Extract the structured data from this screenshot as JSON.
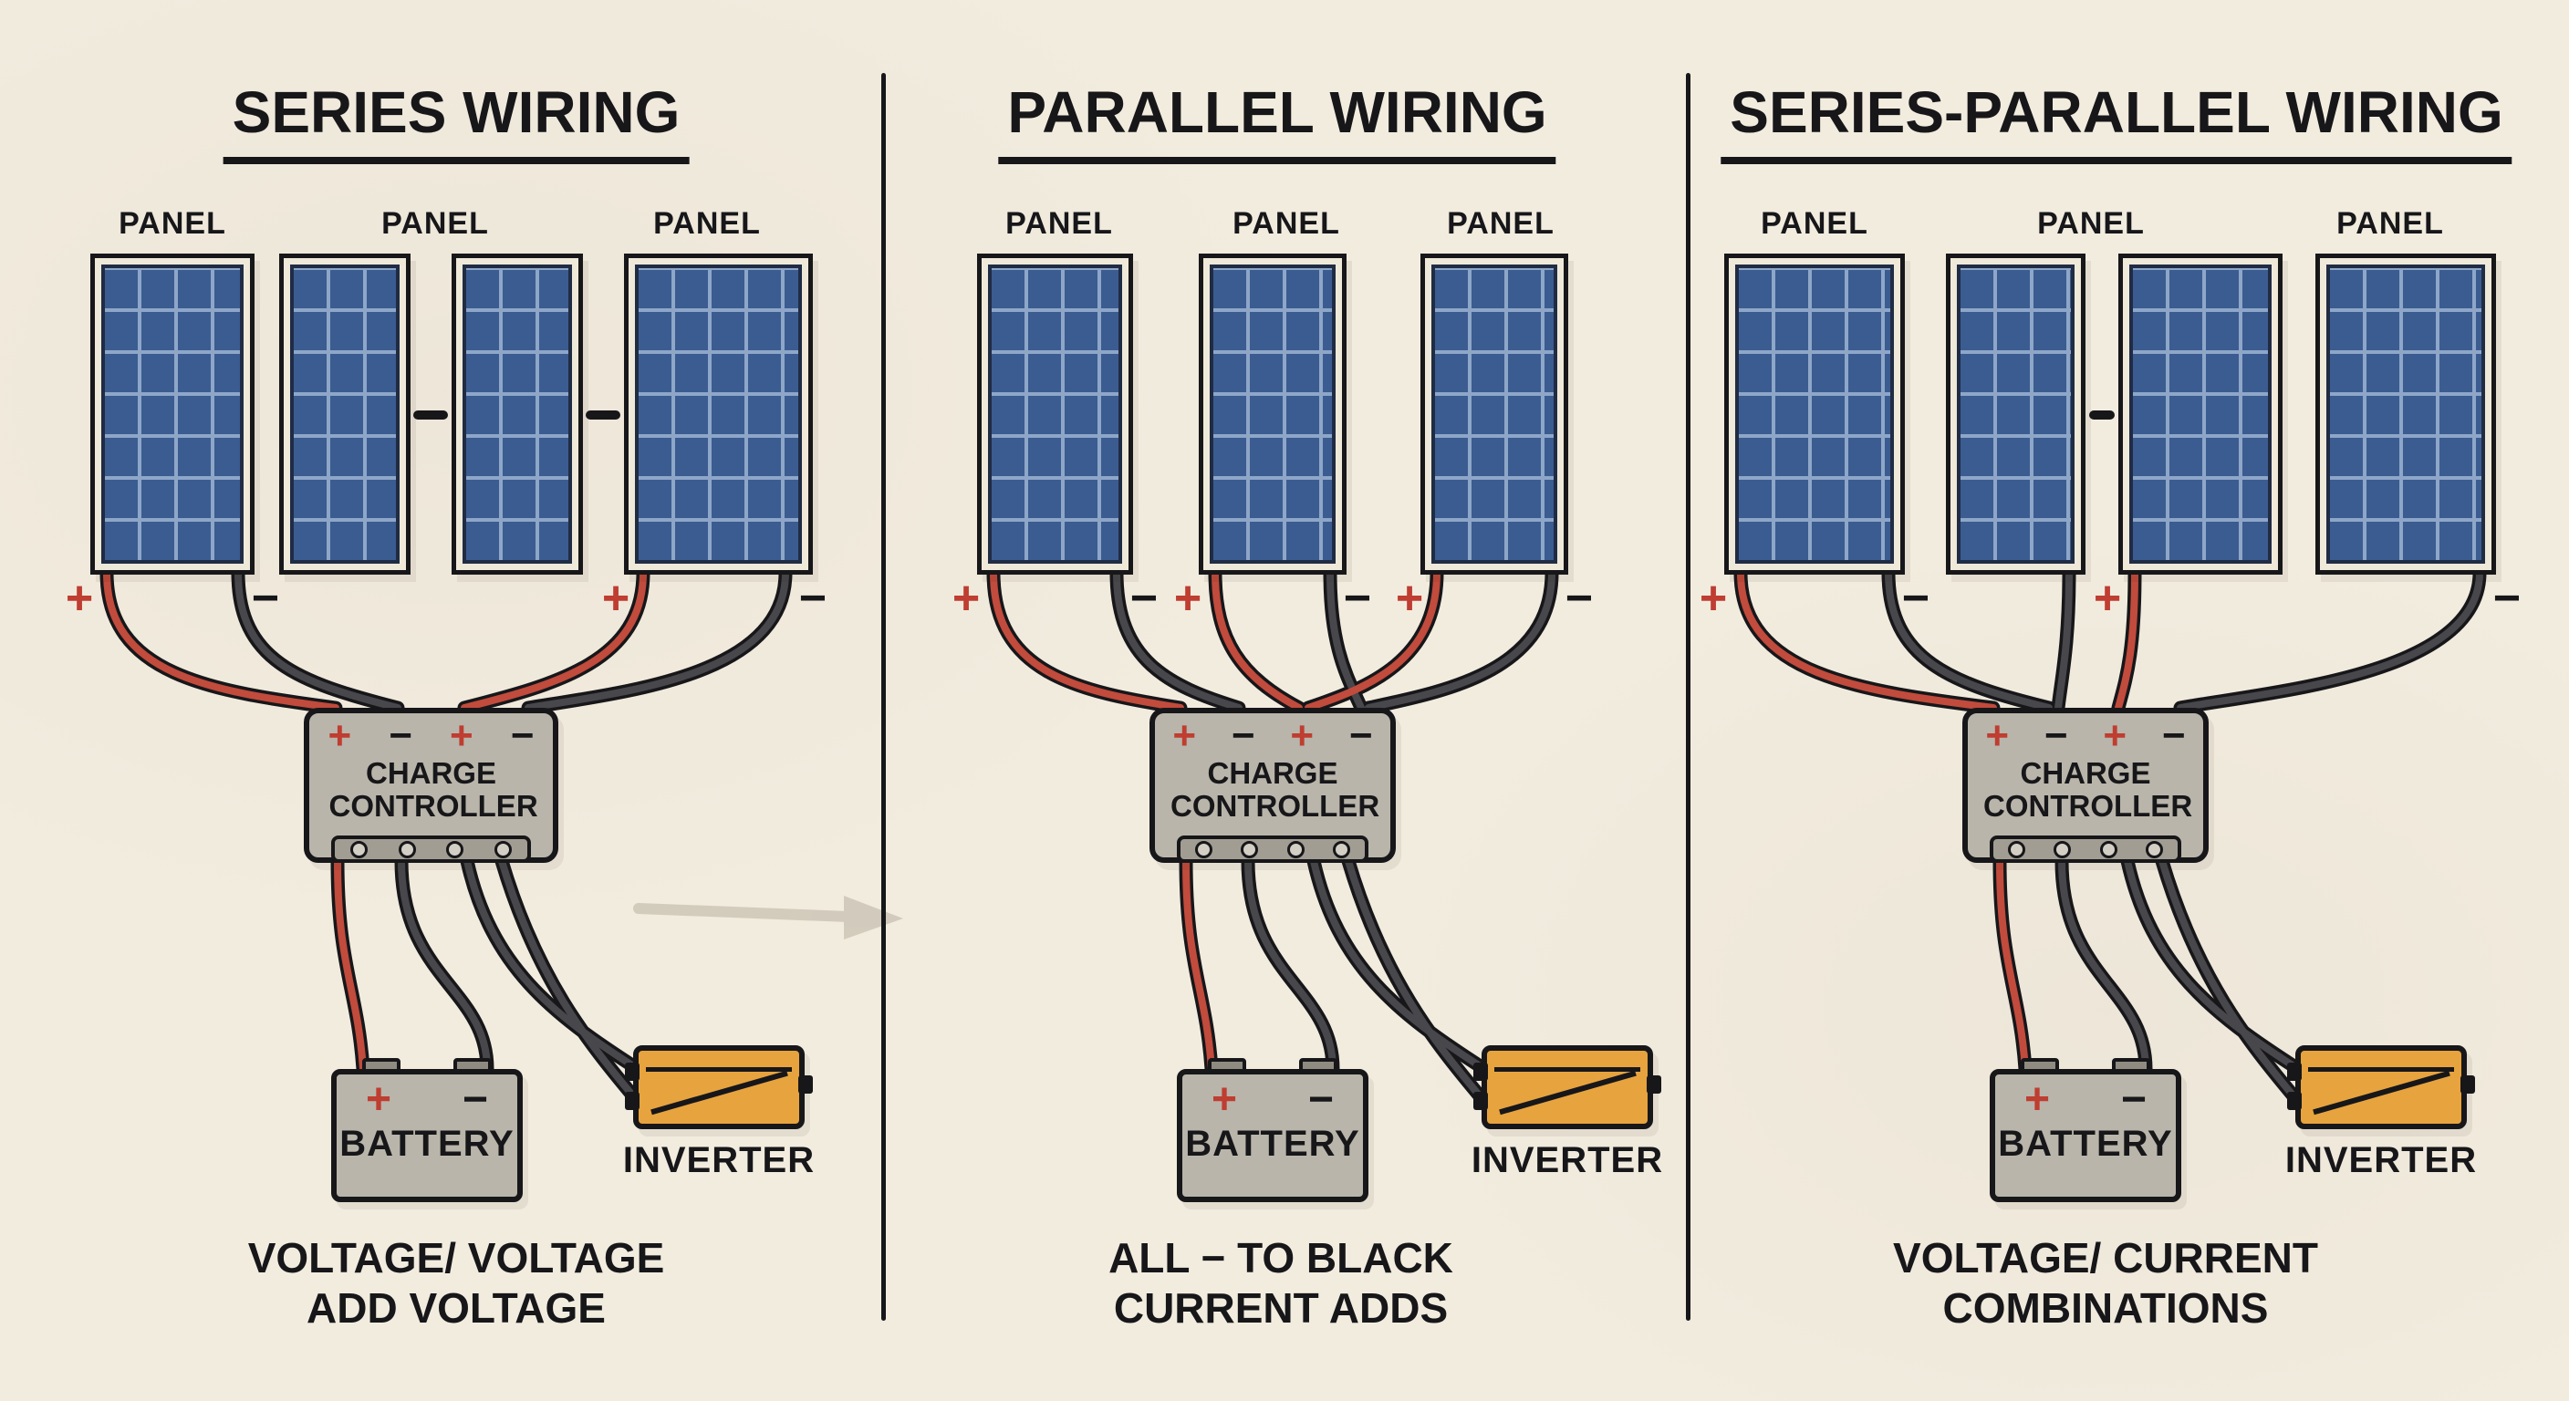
{
  "palette": {
    "background": "#f2ecdf",
    "ink": "#17171a",
    "wire_red": "#c14b3c",
    "wire_dark": "#47474c",
    "panel_cell_blue": "#3b5c90",
    "panel_grid_blue": "#8ea6c8",
    "device_gray": "#b9b5aa",
    "inverter_orange": "#e7a33e",
    "arrow_gray": "#b3ac9c"
  },
  "symbols": {
    "plus": "+",
    "minus": "−"
  },
  "sections": [
    {
      "title": "SERIES WIRING",
      "panel_labels": [
        "PANEL",
        "PANEL",
        "PANEL"
      ],
      "controller_label": "CHARGE CONTROLLER",
      "battery_label": "BATTERY",
      "inverter_label": "INVERTER",
      "caption": [
        "VOLTAGE/ VOLTAGE",
        "ADD VOLTAGE"
      ]
    },
    {
      "title": "PARALLEL WIRING",
      "panel_labels": [
        "PANEL",
        "PANEL",
        "PANEL"
      ],
      "controller_label": "CHARGE CONTROLLER",
      "battery_label": "BATTERY",
      "inverter_label": "INVERTER",
      "caption": [
        "ALL − TO BLACK",
        "CURRENT ADDS"
      ]
    },
    {
      "title": "SERIES-PARALLEL WIRING",
      "panel_labels": [
        "PANEL",
        "PANEL",
        "PANEL"
      ],
      "controller_label": "CHARGE CONTROLLER",
      "battery_label": "BATTERY",
      "inverter_label": "INVERTER",
      "caption": [
        "VOLTAGE/ CURRENT",
        "COMBINATIONS"
      ]
    }
  ]
}
